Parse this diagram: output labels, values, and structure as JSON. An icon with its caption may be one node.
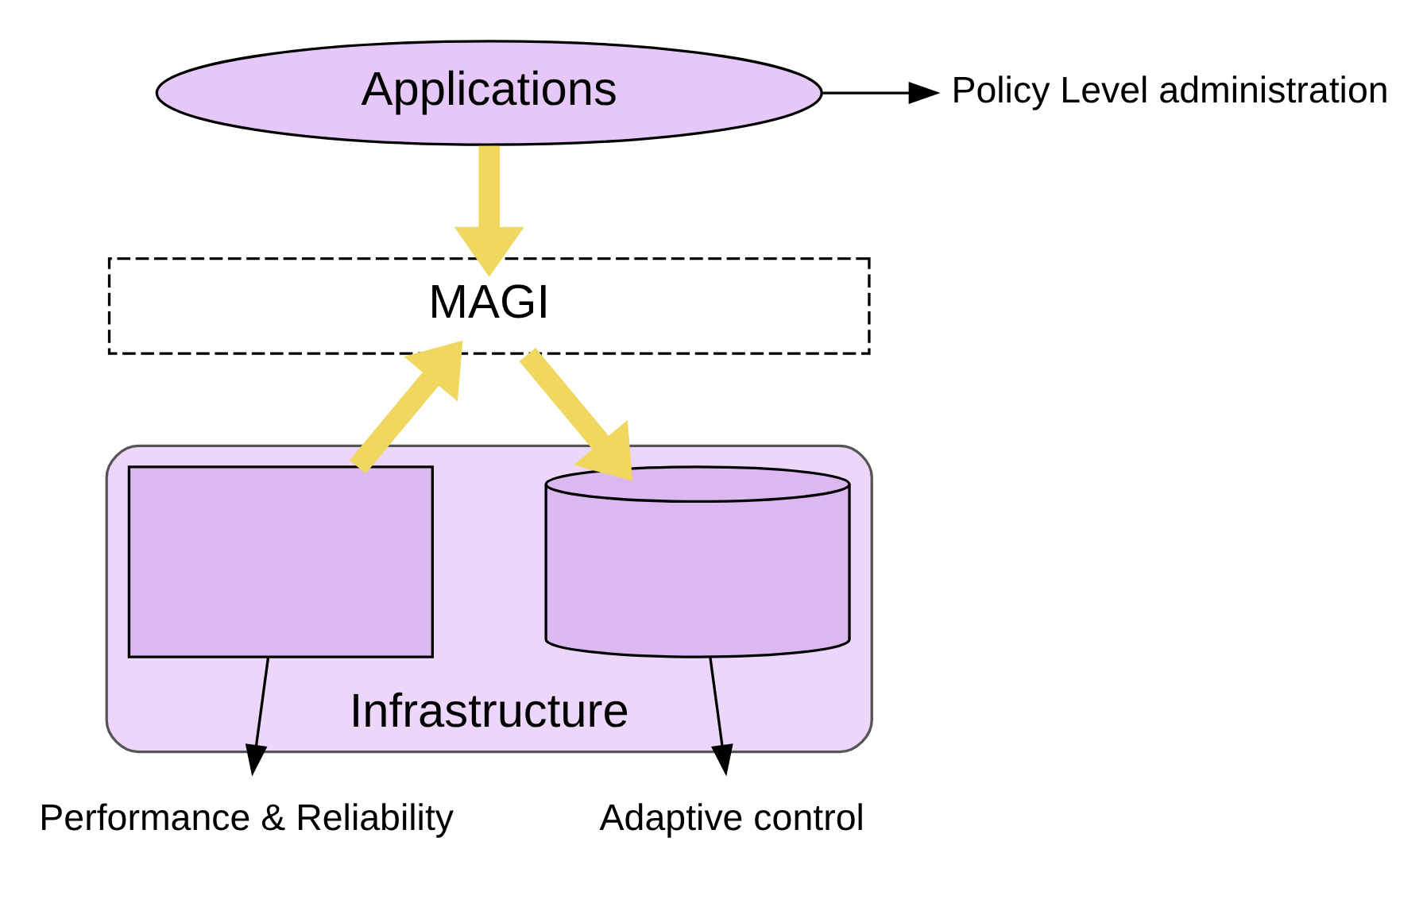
{
  "diagram": {
    "nodes": [
      {
        "text": [
          "Applications"
        ]
      },
      {
        "text": [
          "Policy Level administration"
        ]
      },
      {
        "text": [
          "MAGI"
        ]
      },
      {
        "text": [
          "Infrastructure"
        ]
      },
      {
        "text": [],
        "shape": "box",
        "in": 3
      },
      {
        "text": [],
        "shape": "cylinder",
        "in": 3
      },
      {
        "text": [
          "Performance & Reliability"
        ]
      },
      {
        "text": [
          "Adaptive control"
        ]
      }
    ],
    "edges": [
      {
        "from": 0,
        "to": 2,
        "arrow": "to",
        "style": "thick",
        "color": "#f0d860"
      },
      {
        "from": 0,
        "to": 1,
        "arrow": "to",
        "color": "#000000"
      },
      {
        "from": 4,
        "to": 2,
        "arrow": "to",
        "style": "thick",
        "color": "#f0d860"
      },
      {
        "from": 2,
        "to": 5,
        "arrow": "to",
        "style": "thick",
        "color": "#f0d860"
      },
      {
        "from": 4,
        "to": 6,
        "arrow": "to",
        "color": "#000000"
      },
      {
        "from": 5,
        "to": 7,
        "arrow": "to",
        "color": "#000000"
      }
    ]
  }
}
